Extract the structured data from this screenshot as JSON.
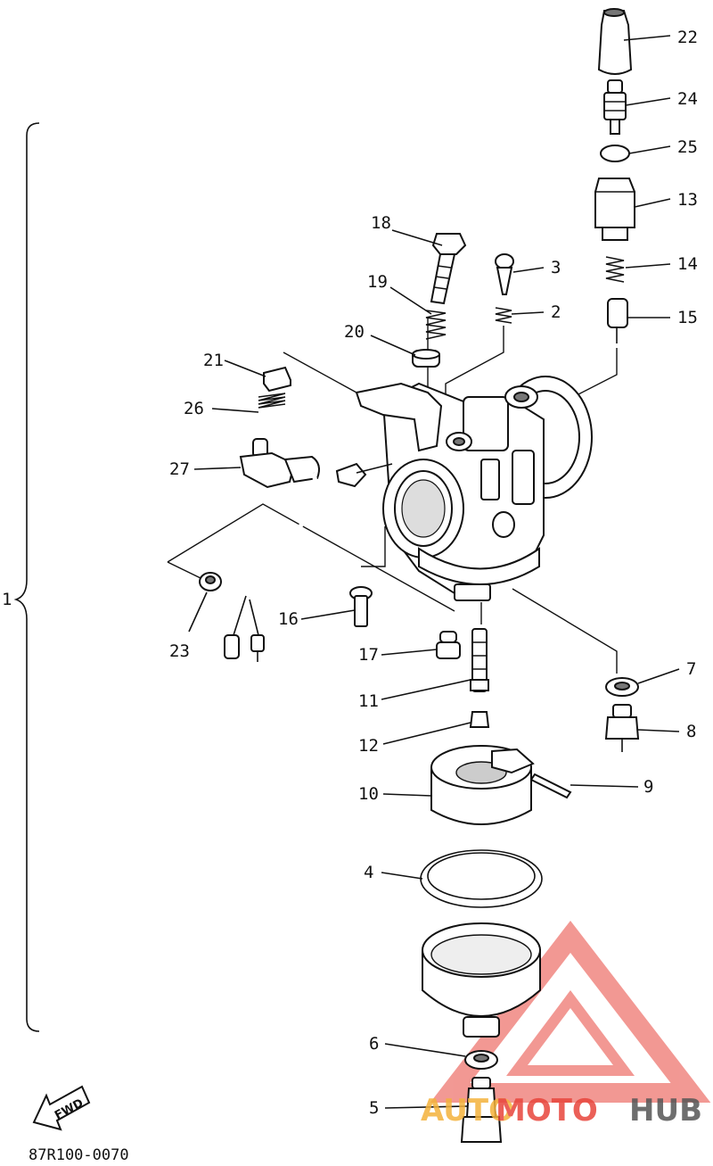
{
  "diagram": {
    "assembly_label": "1",
    "part_labels": [
      "2",
      "3",
      "4",
      "5",
      "6",
      "7",
      "8",
      "9",
      "10",
      "11",
      "12",
      "13",
      "14",
      "15",
      "16",
      "17",
      "18",
      "19",
      "20",
      "21",
      "22",
      "23",
      "24",
      "25",
      "26",
      "27"
    ],
    "direction_badge": "FWD",
    "drawing_code": "87R100-0070"
  },
  "watermark": {
    "part1": "AUTO",
    "part2": "MOTO",
    "part3": "HUB"
  }
}
